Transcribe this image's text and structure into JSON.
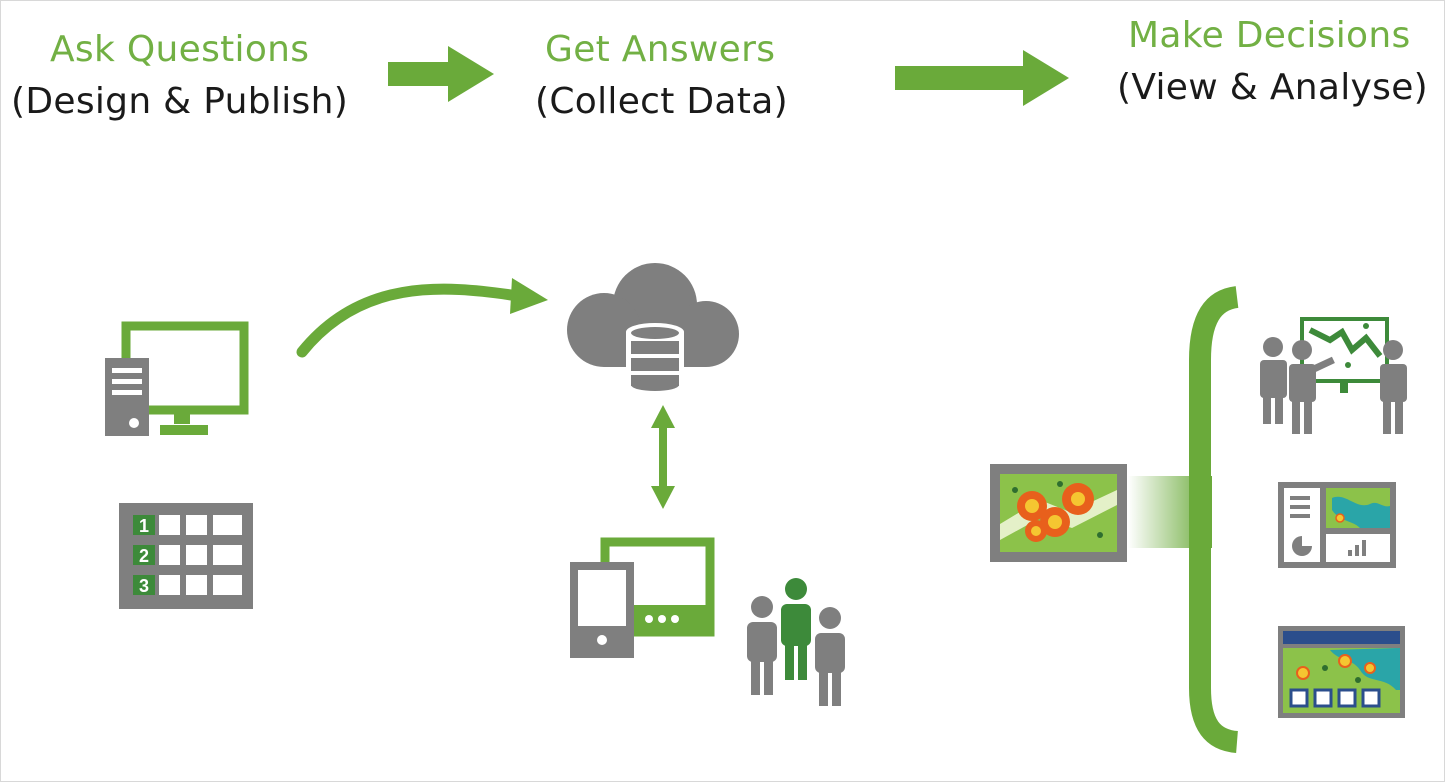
{
  "stages": [
    {
      "title": "Ask Questions",
      "subtitle": "(Design & Publish)"
    },
    {
      "title": "Get Answers",
      "subtitle": "(Collect Data)"
    },
    {
      "title": "Make Decisions",
      "subtitle": "(View & Analyse)"
    }
  ],
  "table_rows": [
    "1",
    "2",
    "3"
  ],
  "colors": {
    "green": "#6aaa3a",
    "title_green": "#72b044",
    "gray": "#7f7f7f",
    "dark_green": "#3d8a3a",
    "map_green": "#8cc24a",
    "orange": "#e8601c",
    "yellow": "#f5c631",
    "blue_bar": "#2b4e8c",
    "teal": "#2aa5a8"
  },
  "icons": [
    "desktop-computer-icon",
    "spreadsheet-icon",
    "cloud-database-icon",
    "mobile-devices-icon",
    "people-group-icon",
    "map-icon",
    "presentation-meeting-icon",
    "dashboard-icon",
    "web-app-icon"
  ]
}
